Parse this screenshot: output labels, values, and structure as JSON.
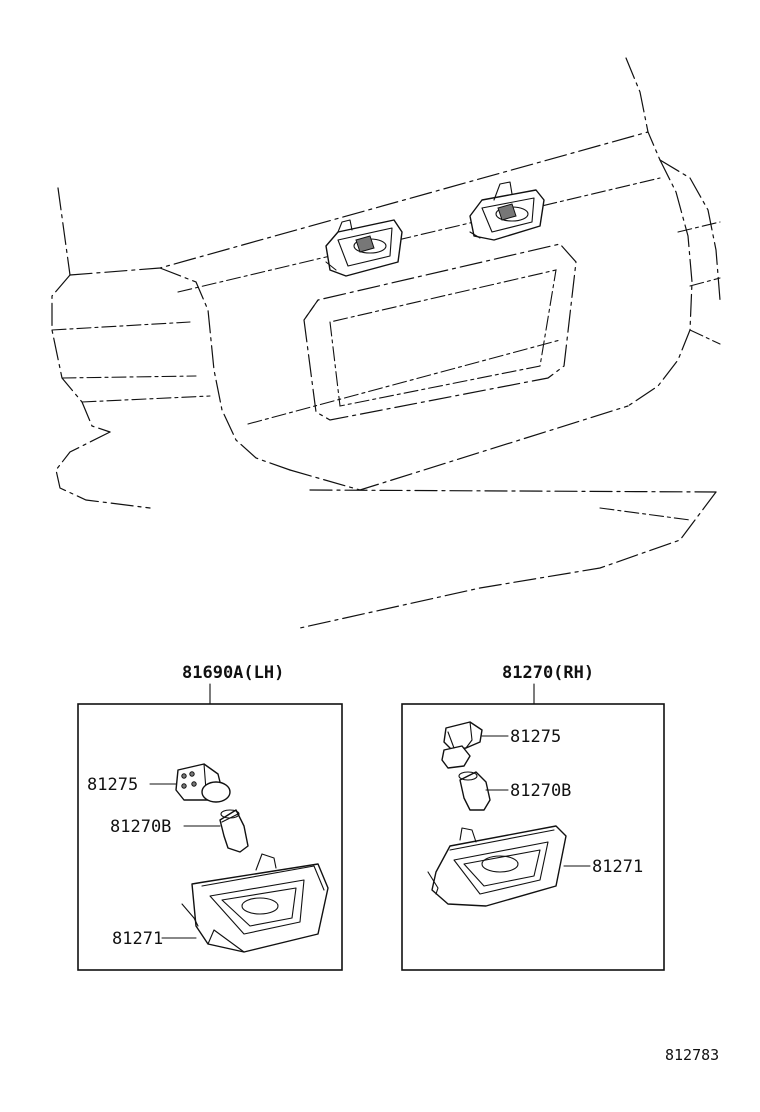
{
  "assemblies": {
    "left": {
      "title": "81690A(LH)",
      "parts": {
        "socket": "81275",
        "bulb": "81270B",
        "lens": "81271"
      }
    },
    "right": {
      "title": "81270(RH)",
      "parts": {
        "socket": "81275",
        "bulb": "81270B",
        "lens": "81271"
      }
    }
  },
  "illustration_code": "812783"
}
